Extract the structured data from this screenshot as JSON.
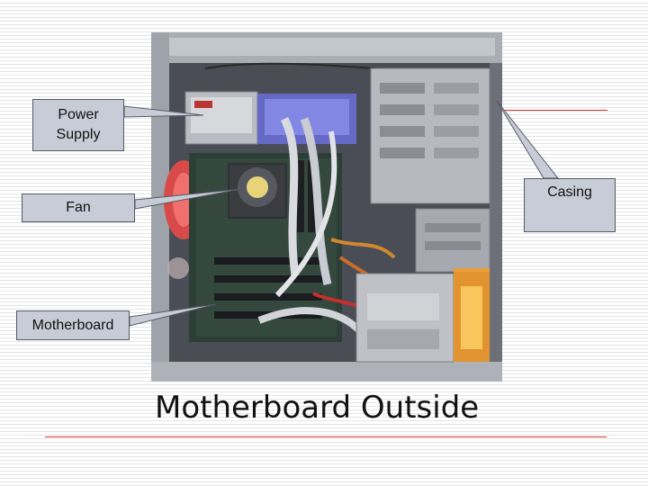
{
  "slide": {
    "title": "Motherboard Outside"
  },
  "callouts": {
    "power_supply": "Power\nSupply",
    "fan": "Fan",
    "motherboard": "Motherboard",
    "casing": "Casing"
  },
  "colors": {
    "callout_fill": "#c8ccd6",
    "callout_border": "#555a66",
    "accent_rule": "#d23a3a"
  }
}
